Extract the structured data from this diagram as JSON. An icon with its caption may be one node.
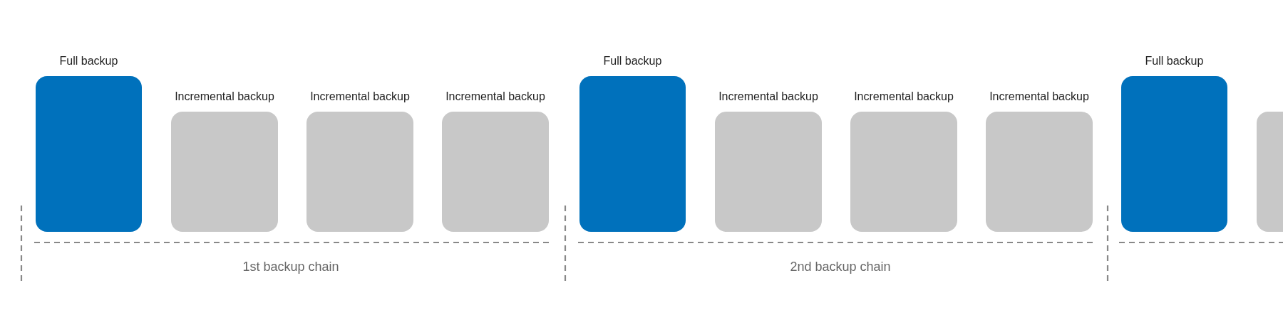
{
  "diagram": {
    "nodes": [
      {
        "text": [
          "Full backup"
        ]
      },
      {
        "text": [
          "Incremental backup"
        ]
      },
      {
        "text": [
          "Incremental backup"
        ]
      },
      {
        "text": [
          "Incremental backup"
        ]
      },
      {
        "text": [
          "Full backup"
        ]
      },
      {
        "text": [
          "Incremental backup"
        ]
      },
      {
        "text": [
          "Incremental backup"
        ]
      },
      {
        "text": [
          "Incremental backup"
        ]
      },
      {
        "text": [
          "Full backup"
        ]
      },
      {
        "text": [],
        "shape": "box"
      }
    ],
    "edges": [],
    "labels": [
      "1st backup chain",
      "2nd backup chain"
    ]
  }
}
